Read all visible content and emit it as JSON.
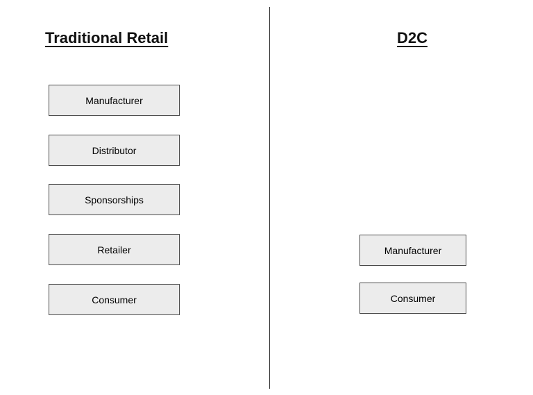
{
  "diagram": {
    "left_column": {
      "title": "Traditional Retail",
      "boxes": [
        {
          "label": "Manufacturer"
        },
        {
          "label": "Distributor"
        },
        {
          "label": "Sponsorships"
        },
        {
          "label": "Retailer"
        },
        {
          "label": "Consumer"
        }
      ]
    },
    "right_column": {
      "title": "D2C",
      "boxes": [
        {
          "label": "Manufacturer"
        },
        {
          "label": "Consumer"
        }
      ]
    },
    "colors": {
      "background": "#ffffff",
      "box_fill": "#ececec",
      "box_border": "#4a4a4a",
      "divider": "#3a3a3a",
      "text": "#000000"
    }
  }
}
